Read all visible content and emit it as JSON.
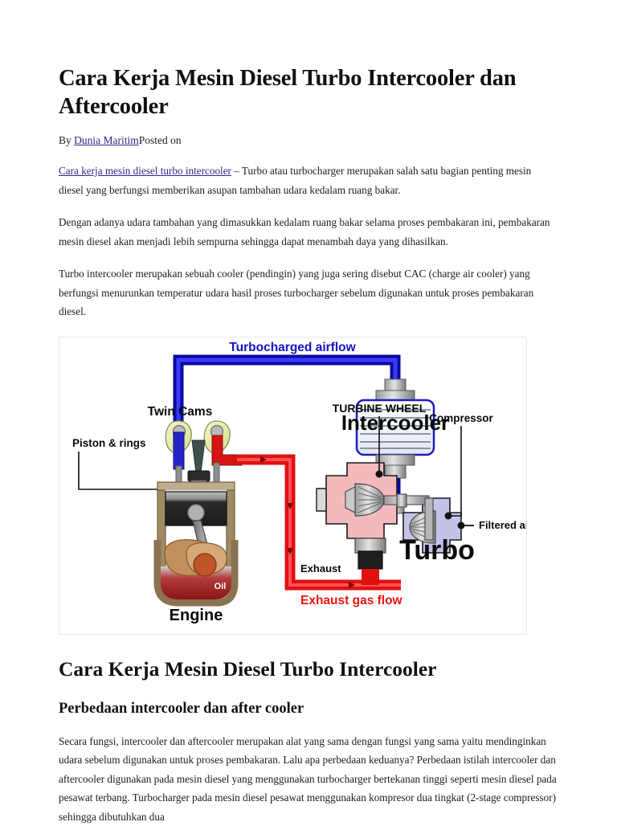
{
  "article": {
    "title": "Cara Kerja Mesin Diesel Turbo Intercooler dan Aftercooler",
    "byline_prefix": "By ",
    "byline_author": "Dunia Maritim",
    "byline_suffix": "Posted on",
    "lead_link": "Cara kerja mesin diesel turbo intercooler",
    "lead_rest": " – Turbo atau turbocharger merupakan salah satu bagian penting mesin diesel yang berfungsi memberikan asupan tambahan udara kedalam ruang bakar.",
    "paragraph_2": "Dengan adanya udara tambahan yang dimasukkan kedalam ruang bakar selama proses pembakaran ini, pembakaran mesin diesel akan menjadi lebih sempurna sehingga dapat menambah daya yang dihasilkan.",
    "paragraph_3": "Turbo intercooler merupakan sebuah cooler (pendingin) yang juga sering disebut CAC (charge air cooler) yang berfungsi menurunkan temperatur udara hasil proses turbocharger sebelum digunakan untuk proses pembakaran diesel.",
    "heading_2": "Cara Kerja Mesin Diesel Turbo Intercooler",
    "heading_3": "Perbedaan intercooler dan after cooler",
    "paragraph_4": "Secara fungsi, intercooler dan aftercooler merupakan alat yang sama dengan fungsi yang sama yaitu mendinginkan udara sebelum digunakan untuk proses pembakaran. Lalu apa perbedaan keduanya? Perbedaan istilah intercooler dan aftercooler digunakan pada mesin diesel yang menggunakan turbocharger bertekanan tinggi seperti mesin diesel pada pesawat terbang. Turbocharger pada mesin diesel pesawat menggunakan kompresor dua tingkat (2-stage compressor) sehingga dibutuhkan dua"
  },
  "diagram": {
    "labels": {
      "turbocharged_airflow": "Turbocharged airflow",
      "intercooler": "Intercooler",
      "twin_cams": "Twin Cams",
      "piston_rings": "Piston & rings",
      "turbine_wheel": "TURBINE WHEEL",
      "compressor": "Compressor",
      "filtered_air_inlet": "Filtered air inlet",
      "exhaust": "Exhaust",
      "exhaust_gas_flow": "Exhaust gas flow",
      "turbo": "Turbo",
      "engine": "Engine",
      "oil": "Oil"
    },
    "colors": {
      "airflow_blue": "#1414c8",
      "exhaust_red": "#e81515",
      "turbine_housing_pink": "#f4b9bd",
      "compressor_housing_lavender": "#c3c3ea",
      "cam_lobe": "#e8eeb4",
      "engine_block_brown": "#a08a63",
      "oil_pan_red": "#9e1b1b",
      "crank_brown": "#c2905c",
      "label_black": "#000000"
    }
  }
}
